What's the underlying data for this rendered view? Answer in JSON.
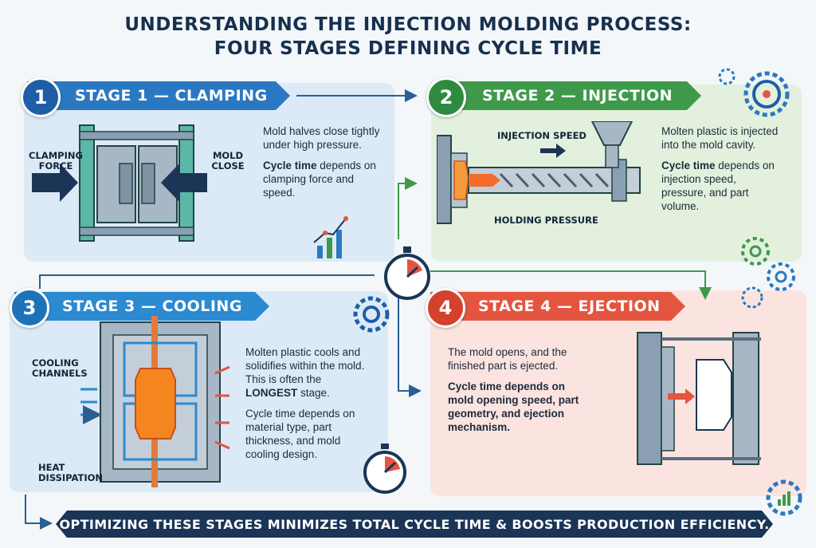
{
  "title": {
    "line1": "UNDERSTANDING THE INJECTION MOLDING PROCESS:",
    "line2": "FOUR STAGES DEFINING CYCLE TIME"
  },
  "stages": [
    {
      "number": "1",
      "banner": "STAGE 1 — CLAMPING",
      "text1": "Mold halves close tightly under high pressure.",
      "cycle_label": "Cycle time",
      "cycle_rest": " depends on clamping force and speed.",
      "labels": {
        "left_l1": "CLAMPING",
        "left_l2": "FORCE",
        "right_l1": "MOLD",
        "right_l2": "CLOSE"
      },
      "color": "#2b78c2"
    },
    {
      "number": "2",
      "banner": "STAGE 2 — INJECTION",
      "text1": "Molten plastic is injected into the mold cavity.",
      "cycle_label": "Cycle time",
      "cycle_rest": " depends on injection speed, pressure, and part volume.",
      "labels": {
        "top": "INJECTION SPEED",
        "bottom": "HOLDING PRESSURE"
      },
      "color": "#3e9a4a"
    },
    {
      "number": "3",
      "banner": "STAGE 3 — COOLING",
      "text1a": "Molten plastic cools and solidifies within the mold. This is often the ",
      "text1b": "LONGEST",
      "text1c": " stage.",
      "cycle_text": "Cycle time depends on material type, part thickness, and mold cooling design.",
      "labels": {
        "channels_l1": "COOLING",
        "channels_l2": "CHANNELS",
        "heat_l1": "HEAT",
        "heat_l2": "DISSIPATION"
      },
      "color": "#2b8ad0"
    },
    {
      "number": "4",
      "banner": "STAGE 4 — EJECTION",
      "text1": "The mold opens, and the finished part is ejected.",
      "cycle_text": "Cycle time depends on mold opening speed, part geometry, and ejection mechanism.",
      "color": "#e4553f"
    }
  ],
  "footer": "OPTIMIZING THESE STAGES MINIMIZES TOTAL CYCLE TIME & BOOSTS PRODUCTION EFFICIENCY.",
  "icons": [
    "gear-icon",
    "stopwatch-icon",
    "bar-chart-icon",
    "arrow-icon"
  ],
  "colors": {
    "navy": "#1b3556",
    "blue": "#2b78c2",
    "green": "#3e9a4a",
    "red": "#e4553f"
  }
}
